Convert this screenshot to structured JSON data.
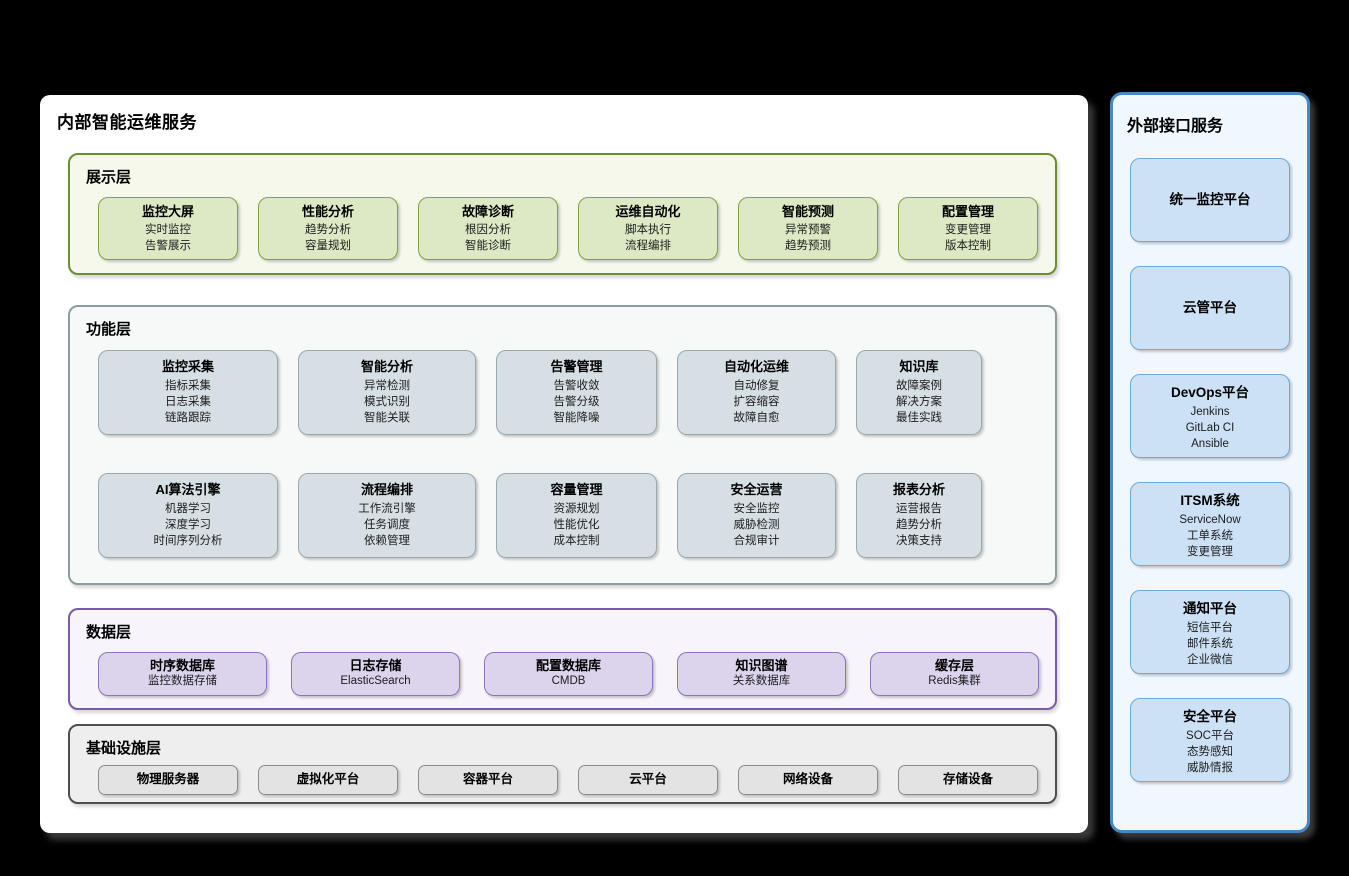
{
  "main_panel": {
    "title": "内部智能运维服务",
    "presentation": {
      "name": "展示层",
      "cards": [
        {
          "title": "监控大屏",
          "items": [
            "实时监控",
            "告警展示"
          ]
        },
        {
          "title": "性能分析",
          "items": [
            "趋势分析",
            "容量规划"
          ]
        },
        {
          "title": "故障诊断",
          "items": [
            "根因分析",
            "智能诊断"
          ]
        },
        {
          "title": "运维自动化",
          "items": [
            "脚本执行",
            "流程编排"
          ]
        },
        {
          "title": "智能预测",
          "items": [
            "异常预警",
            "趋势预测"
          ]
        },
        {
          "title": "配置管理",
          "items": [
            "变更管理",
            "版本控制"
          ]
        }
      ]
    },
    "function": {
      "name": "功能层",
      "rows": [
        [
          {
            "title": "监控采集",
            "items": [
              "指标采集",
              "日志采集",
              "链路跟踪"
            ]
          },
          {
            "title": "智能分析",
            "items": [
              "异常检测",
              "模式识别",
              "智能关联"
            ]
          },
          {
            "title": "告警管理",
            "items": [
              "告警收敛",
              "告警分级",
              "智能降噪"
            ]
          },
          {
            "title": "自动化运维",
            "items": [
              "自动修复",
              "扩容缩容",
              "故障自愈"
            ]
          },
          {
            "title": "知识库",
            "items": [
              "故障案例",
              "解决方案",
              "最佳实践"
            ]
          }
        ],
        [
          {
            "title": "AI算法引擎",
            "items": [
              "机器学习",
              "深度学习",
              "时间序列分析"
            ]
          },
          {
            "title": "流程编排",
            "items": [
              "工作流引擎",
              "任务调度",
              "依赖管理"
            ]
          },
          {
            "title": "容量管理",
            "items": [
              "资源规划",
              "性能优化",
              "成本控制"
            ]
          },
          {
            "title": "安全运营",
            "items": [
              "安全监控",
              "威胁检测",
              "合规审计"
            ]
          },
          {
            "title": "报表分析",
            "items": [
              "运营报告",
              "趋势分析",
              "决策支持"
            ]
          }
        ]
      ]
    },
    "data": {
      "name": "数据层",
      "cards": [
        {
          "title": "时序数据库",
          "items": [
            "监控数据存储"
          ]
        },
        {
          "title": "日志存储",
          "items": [
            "ElasticSearch"
          ]
        },
        {
          "title": "配置数据库",
          "items": [
            "CMDB"
          ]
        },
        {
          "title": "知识图谱",
          "items": [
            "关系数据库"
          ]
        },
        {
          "title": "缓存层",
          "items": [
            "Redis集群"
          ]
        }
      ]
    },
    "infrastructure": {
      "name": "基础设施层",
      "cards": [
        {
          "title": "物理服务器"
        },
        {
          "title": "虚拟化平台"
        },
        {
          "title": "容器平台"
        },
        {
          "title": "云平台"
        },
        {
          "title": "网络设备"
        },
        {
          "title": "存储设备"
        }
      ]
    }
  },
  "external_panel": {
    "title": "外部接口服务",
    "cards": [
      {
        "title": "统一监控平台",
        "items": []
      },
      {
        "title": "云管平台",
        "items": []
      },
      {
        "title": "DevOps平台",
        "items": [
          "Jenkins",
          "GitLab CI",
          "Ansible"
        ]
      },
      {
        "title": "ITSM系统",
        "items": [
          "ServiceNow",
          "工单系统",
          "变更管理"
        ]
      },
      {
        "title": "通知平台",
        "items": [
          "短信平台",
          "邮件系统",
          "企业微信"
        ]
      },
      {
        "title": "安全平台",
        "items": [
          "SOC平台",
          "态势感知",
          "威胁情报"
        ]
      }
    ]
  },
  "colors": {
    "page_bg": "#000000",
    "panel_bg": "#ffffff",
    "pres_bg": "#f5f8ea",
    "pres_border": "#6d8e2d",
    "pres_card_bg": "#dde8c5",
    "pres_card_border": "#84a23c",
    "func_bg": "#f7f9f9",
    "func_border": "#8b9c9f",
    "func_card_bg": "#d6dfe4",
    "func_card_border": "#9aa8ae",
    "data_bg": "#f7f4fb",
    "data_border": "#7a5ba8",
    "data_card_bg": "#dcd3ed",
    "data_card_border": "#8e74b8",
    "infra_bg": "#eeeeee",
    "infra_border": "#4f4f4f",
    "infra_card_bg": "#e3e3e3",
    "infra_card_border": "#8c8c8c",
    "ext_bg": "#f0f7fd",
    "ext_border": "#4589c4",
    "ext_card_bg": "#cce1f6",
    "ext_card_border": "#71a7da"
  }
}
